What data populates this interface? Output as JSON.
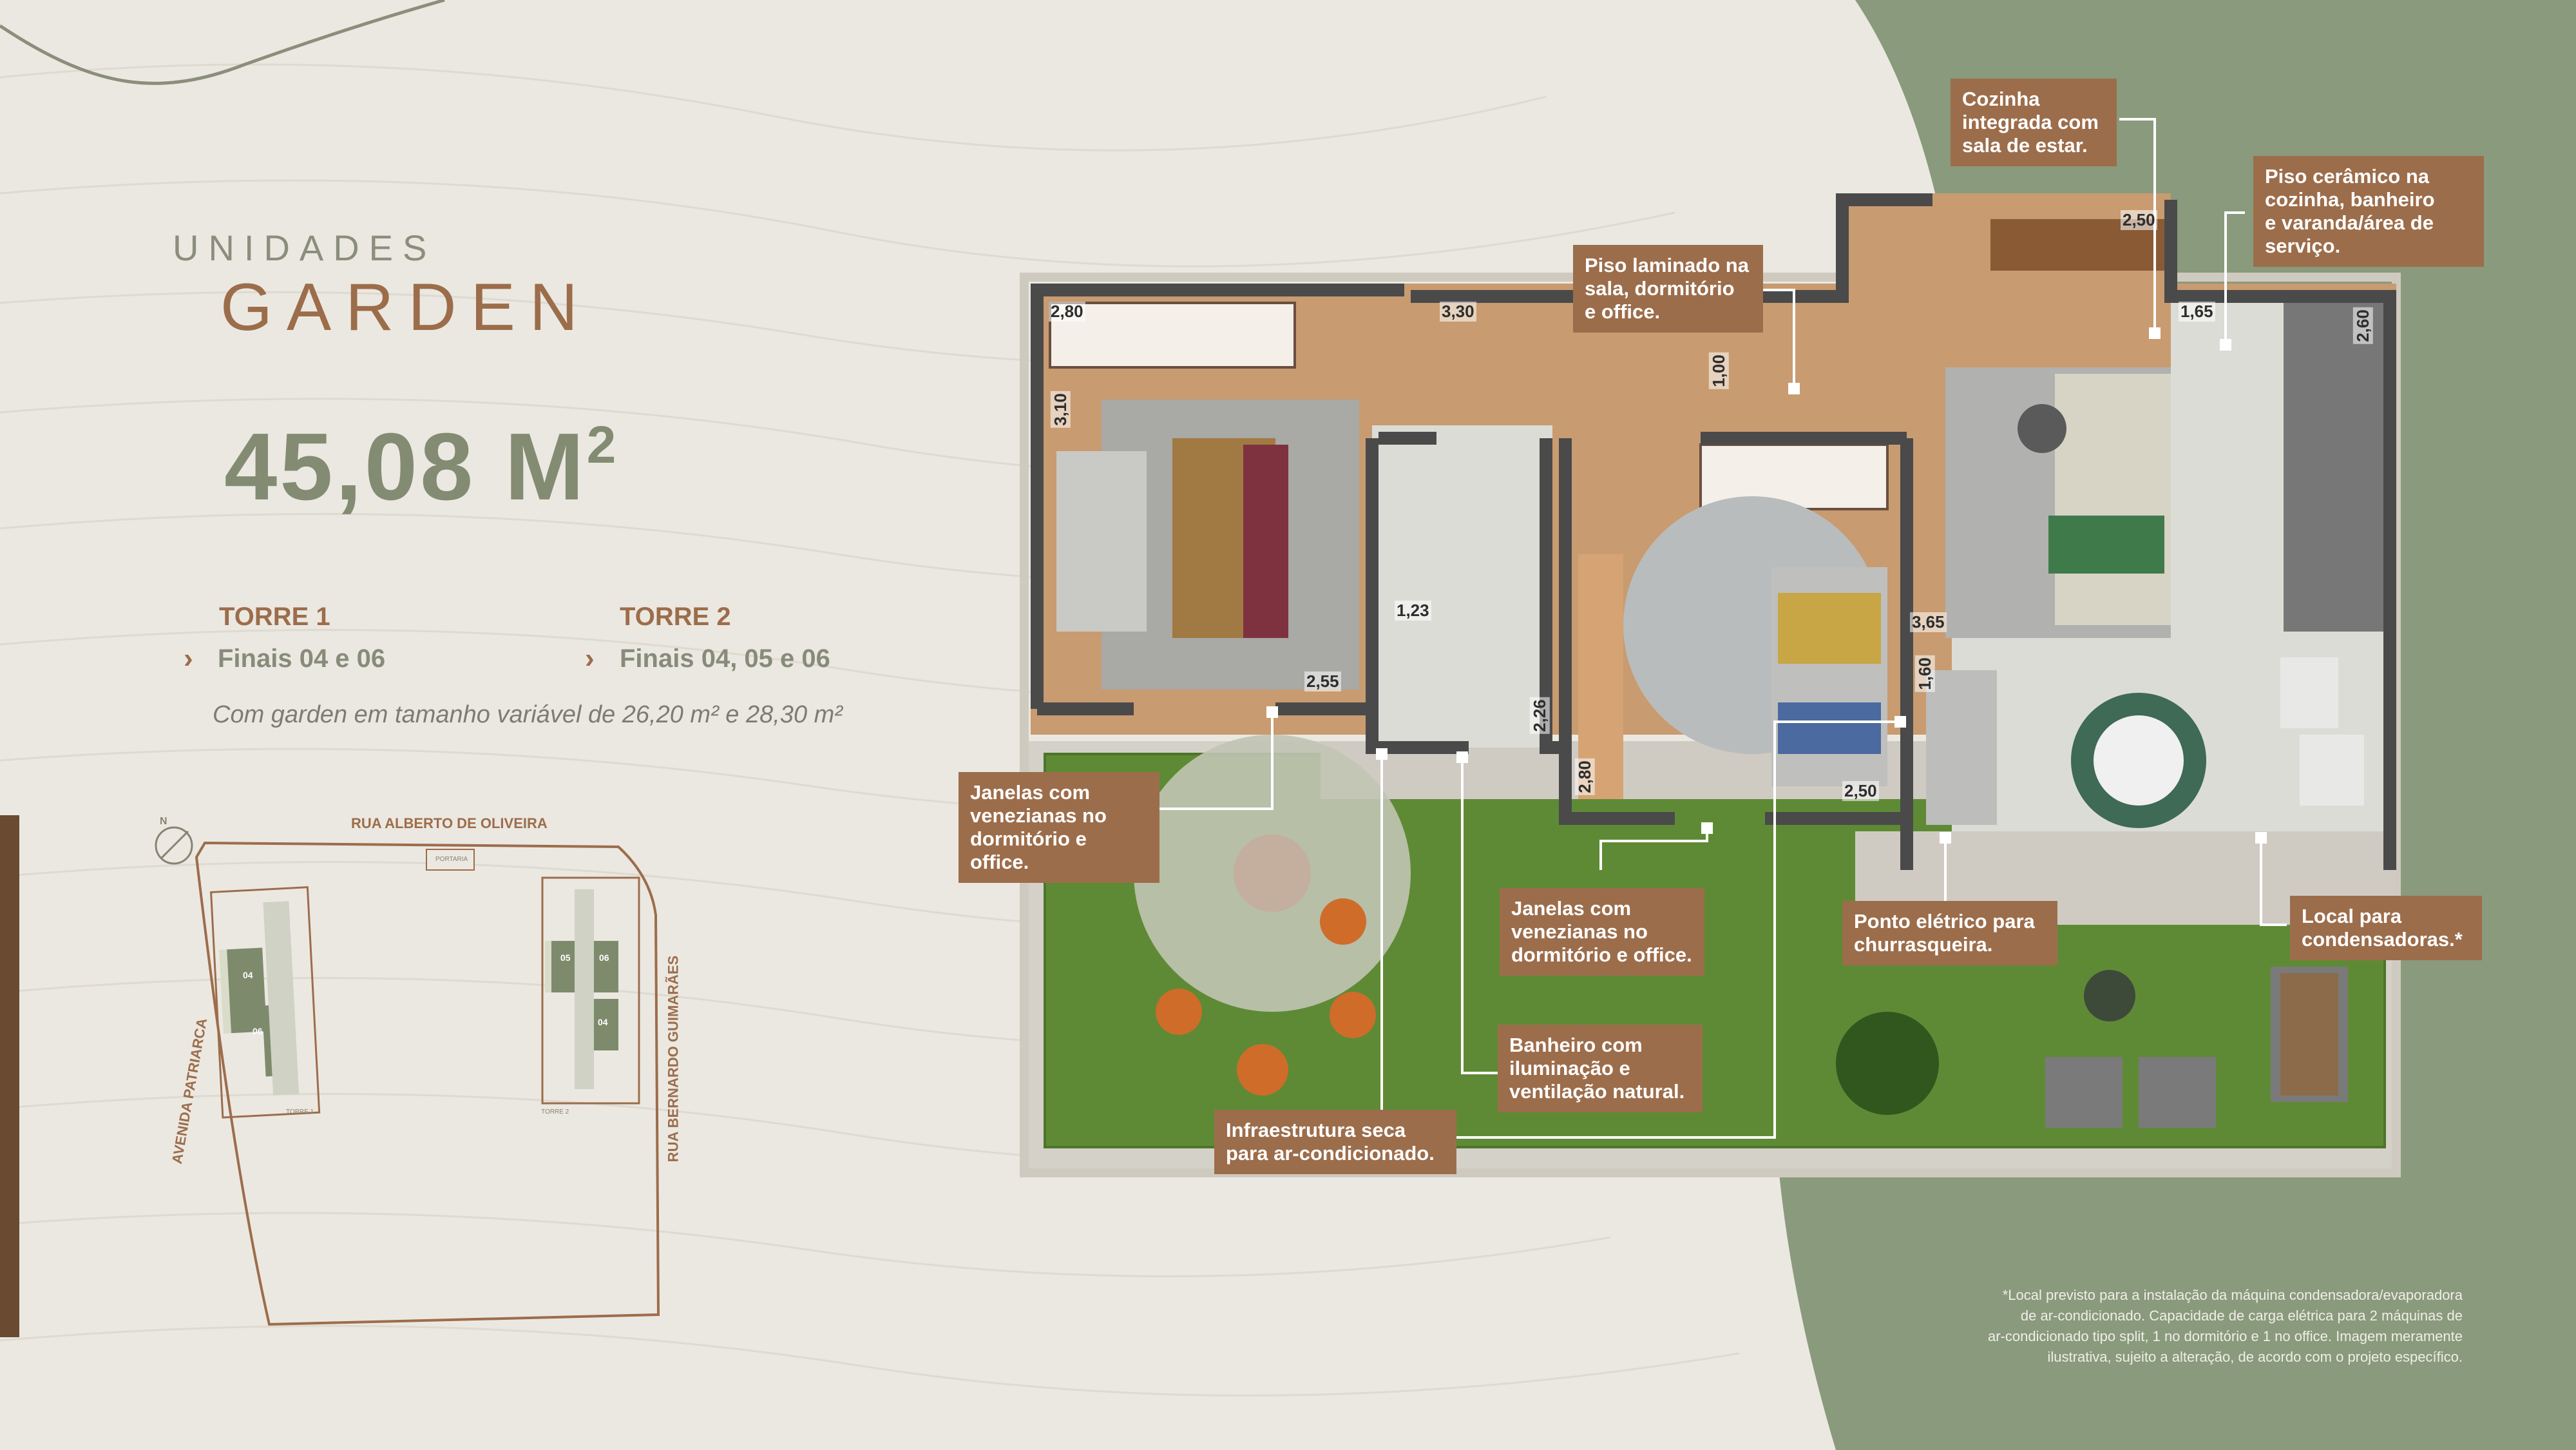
{
  "header": {
    "kicker": "UNIDADES",
    "title": "GARDEN",
    "area": "45,08 M",
    "area_sup": "2"
  },
  "towers": [
    {
      "name": "TORRE 1",
      "finais": "Finais 04 e 06"
    },
    {
      "name": "TORRE 2",
      "finais": "Finais 04, 05 e 06"
    }
  ],
  "garden_note": "Com garden em tamanho variável de 26,20 m² e 28,30 m²",
  "site_plan": {
    "street_top": "RUA ALBERTO DE OLIVEIRA",
    "street_left": "AVENIDA PATRIARCA",
    "street_right": "RUA BERNARDO GUIMARÃES",
    "portaria": "PORTARIA",
    "torre1_label": "TORRE 1",
    "torre2_label": "TORRE 2",
    "units_t1": [
      "04",
      "06"
    ],
    "units_t2": [
      "05",
      "06",
      "04"
    ],
    "north": "N"
  },
  "callouts": {
    "cozinha": [
      "Cozinha",
      "integrada com",
      "sala de estar."
    ],
    "piso_ceramico": [
      "Piso cerâmico na",
      "cozinha, banheiro",
      "e varanda/área de",
      "serviço."
    ],
    "piso_laminado": [
      "Piso laminado na",
      "sala, dormitório",
      "e office."
    ],
    "janelas_left": [
      "Janelas com",
      "venezianas no",
      "dormitório e office."
    ],
    "janelas_mid": [
      "Janelas com",
      "venezianas no",
      "dormitório e office."
    ],
    "banheiro": [
      "Banheiro com",
      "iluminação e",
      "ventilação natural."
    ],
    "infra": [
      "Infraestrutura seca",
      "para ar-condicionado."
    ],
    "ponto": [
      "Ponto elétrico para",
      "churrasqueira."
    ],
    "local": [
      "Local para",
      "condensadoras.*"
    ]
  },
  "dimensions": {
    "d280a": "2,80",
    "d330": "3,30",
    "d310": "3,10",
    "d100": "1,00",
    "d250a": "2,50",
    "d165": "1,65",
    "d260": "2,60",
    "d123": "1,23",
    "d255": "2,55",
    "d226": "2,26",
    "d280b": "2,80",
    "d365": "3,65",
    "d160": "1,60",
    "d250b": "2,50"
  },
  "footnote": [
    "*Local previsto para a instalação da máquina condensadora/evaporadora",
    "de ar-condicionado. Capacidade de carga elétrica para 2 máquinas de",
    "ar-condicionado tipo split, 1 no dormitório e 1 no office. Imagem meramente",
    "ilustrativa, sujeito a alteração, de acordo com o projeto específico."
  ],
  "colors": {
    "background": "#ebe8e1",
    "green_panel": "#8a9a7c",
    "accent_brown": "#9c6d4b",
    "olive_text": "#838c73",
    "lawn": "#5f8a35",
    "floor_wood": "#c89b70",
    "tile": "#dcdcd6",
    "wall": "#4a4a4a"
  }
}
